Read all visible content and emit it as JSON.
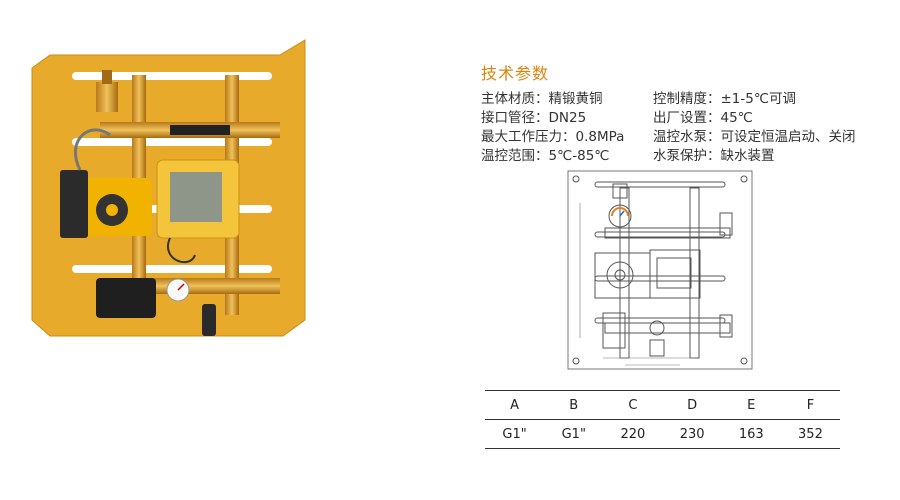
{
  "specs": {
    "title": "技术参数",
    "left": [
      "主体材质：精锻黄铜",
      "接口管径：DN25",
      "最大工作压力：0.8MPa",
      "温控范围：5℃-85℃"
    ],
    "right": [
      "控制精度：±1-5℃可调",
      "出厂设置：45℃",
      "温控水泵：可设定恒温启动、关闭",
      "水泵保护：缺水装置"
    ]
  },
  "table": {
    "headers": [
      "A",
      "B",
      "C",
      "D",
      "E",
      "F"
    ],
    "values": [
      "G1\"",
      "G1\"",
      "220",
      "230",
      "163",
      "352"
    ]
  },
  "colors": {
    "accent": "#d8850f",
    "plate": "#e8aa2b",
    "pump": "#f2b200"
  }
}
